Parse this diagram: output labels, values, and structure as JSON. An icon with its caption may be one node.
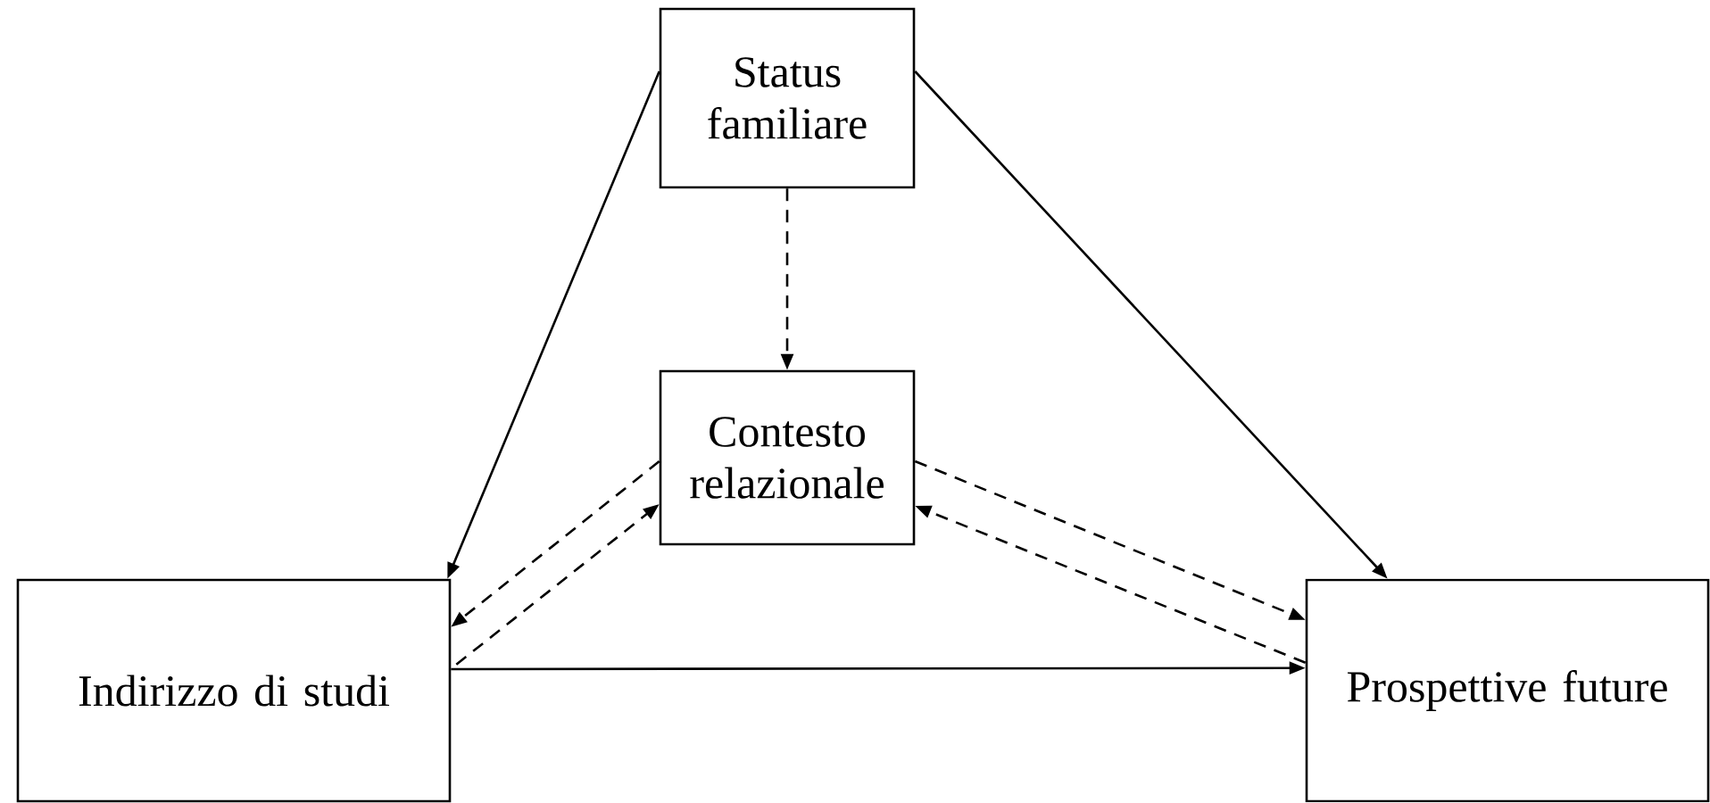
{
  "diagram": {
    "nodes": [
      {
        "text": [
          "Status familiare"
        ]
      },
      {
        "text": [
          "Contesto relazionale"
        ]
      },
      {
        "text": [
          "Indirizzo di studi"
        ]
      },
      {
        "text": [
          "Prospettive future"
        ]
      }
    ],
    "edges": [
      {
        "from": 0,
        "to": 2,
        "arrow": "to"
      },
      {
        "from": 0,
        "to": 3,
        "arrow": "to"
      },
      {
        "from": 0,
        "to": 1,
        "arrow": "to",
        "style": "dashed"
      },
      {
        "from": 1,
        "to": 2,
        "arrow": "to",
        "style": "dashed"
      },
      {
        "from": 2,
        "to": 1,
        "arrow": "to",
        "style": "dashed"
      },
      {
        "from": 1,
        "to": 3,
        "arrow": "to",
        "style": "dashed"
      },
      {
        "from": 3,
        "to": 1,
        "arrow": "to",
        "style": "dashed"
      },
      {
        "from": 2,
        "to": 3,
        "arrow": "to"
      }
    ]
  }
}
